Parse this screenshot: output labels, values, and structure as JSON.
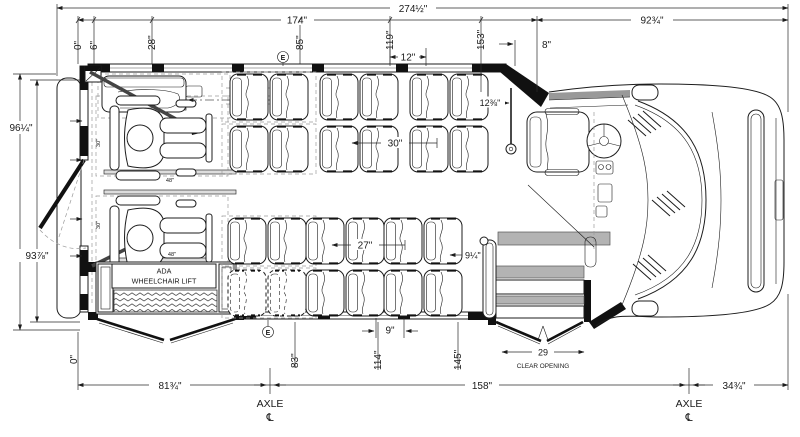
{
  "dims": {
    "overall_length": "274½\"",
    "mid_length": "174\"",
    "front_length": "92¾\"",
    "sta_top_0": "0\"",
    "sta_top_6": "6\"",
    "sta_top_28": "28\"",
    "sta_top_85": "85\"",
    "sta_top_119": "119\"",
    "sta_top_153": "153\"",
    "dim_8": "8\"",
    "dim_12": "12\"",
    "dim_12_38": "12⅜\"",
    "width_overall": "96¼\"",
    "width_body": "93⅞\"",
    "sta_bot_0": "0\"",
    "sta_bot_83": "83\"",
    "sta_bot_114": "114\"",
    "sta_bot_145": "145\"",
    "rear_overhang": "81¾\"",
    "wheelbase": "158\"",
    "front_overhang": "34¾\"",
    "pitch_30": "30\"",
    "pitch_27": "27\"",
    "dim_9_25": "9¼\"",
    "dim_9": "9\"",
    "track_48_front": "48\"",
    "track_48_rear": "48\"",
    "space_30_front": "30\"",
    "space_30_rear": "30\""
  },
  "door": {
    "clear_value": "29",
    "clear_label": "CLEAR OPENING"
  },
  "axles": {
    "label_rear": "AXLE",
    "cl_rear": "℄",
    "label_front": "AXLE",
    "cl_front": "℄"
  },
  "lift": {
    "line1": "ADA",
    "line2": "WHEELCHAIR LIFT"
  },
  "exits": {
    "top": "E",
    "bottom": "E"
  }
}
